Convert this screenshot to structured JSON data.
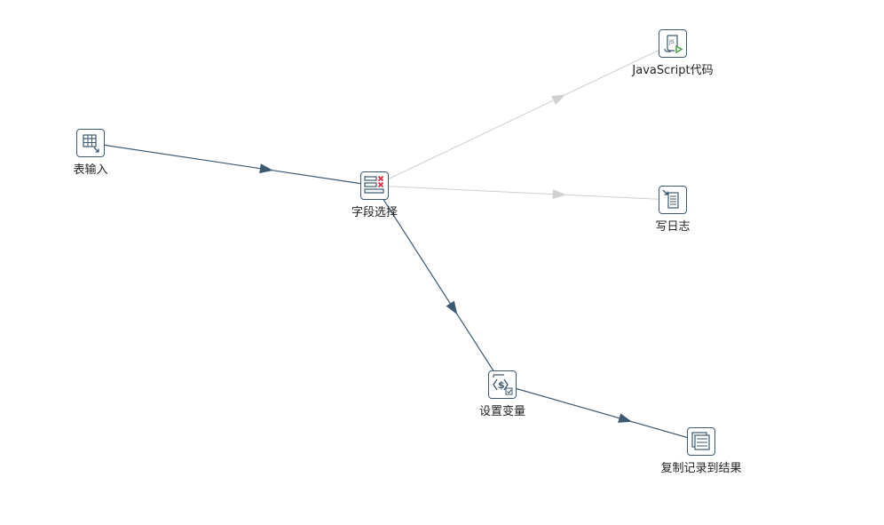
{
  "colors": {
    "hop_enabled": "#3d5a73",
    "hop_disabled": "#d0d0d0",
    "icon_border": "#3d5a73",
    "error_mark": "#e0283a",
    "run_mark": "#3aa23a"
  },
  "steps": [
    {
      "id": "table-input",
      "label": "表输入",
      "icon": "table-input-icon"
    },
    {
      "id": "select-values",
      "label": "字段选择",
      "icon": "select-values-icon"
    },
    {
      "id": "javascript",
      "label": "JavaScript代码",
      "icon": "javascript-icon"
    },
    {
      "id": "write-log",
      "label": "写日志",
      "icon": "write-log-icon"
    },
    {
      "id": "set-variables",
      "label": "设置变量",
      "icon": "set-variables-icon"
    },
    {
      "id": "copy-rows",
      "label": "复制记录到结果",
      "icon": "copy-rows-icon"
    }
  ],
  "hops": [
    {
      "from": "table-input",
      "to": "select-values",
      "enabled": true
    },
    {
      "from": "select-values",
      "to": "javascript",
      "enabled": false
    },
    {
      "from": "select-values",
      "to": "write-log",
      "enabled": false
    },
    {
      "from": "select-values",
      "to": "set-variables",
      "enabled": true
    },
    {
      "from": "set-variables",
      "to": "copy-rows",
      "enabled": true
    }
  ]
}
